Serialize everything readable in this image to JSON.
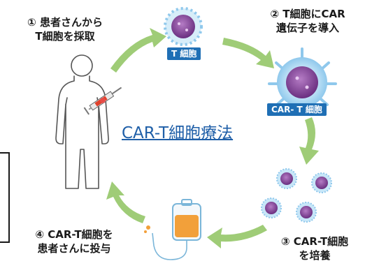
{
  "steps": {
    "s1_line1": "① 患者さんから",
    "s1_line2": "T細胞を採取",
    "s2_line1": "② T細胞にCAR",
    "s2_line2": "遺伝子を導入",
    "s3_line1": "③ CAR-T細胞",
    "s3_line2": "を培養",
    "s4_line1": "④ CAR-T細胞を",
    "s4_line2": "患者さんに投与"
  },
  "labels": {
    "t_cell": "T 細胞",
    "car_t_cell": "CAR- T 細胞"
  },
  "title": "CAR-T細胞療法",
  "colors": {
    "arrow": "#9fcc77",
    "badge": "#1f6fb5",
    "title": "#1f5fa8",
    "cell_body": "#7b3d8e",
    "car_cell_halo": "#8fc8ec",
    "bag_fluid": "#f2a03a"
  }
}
